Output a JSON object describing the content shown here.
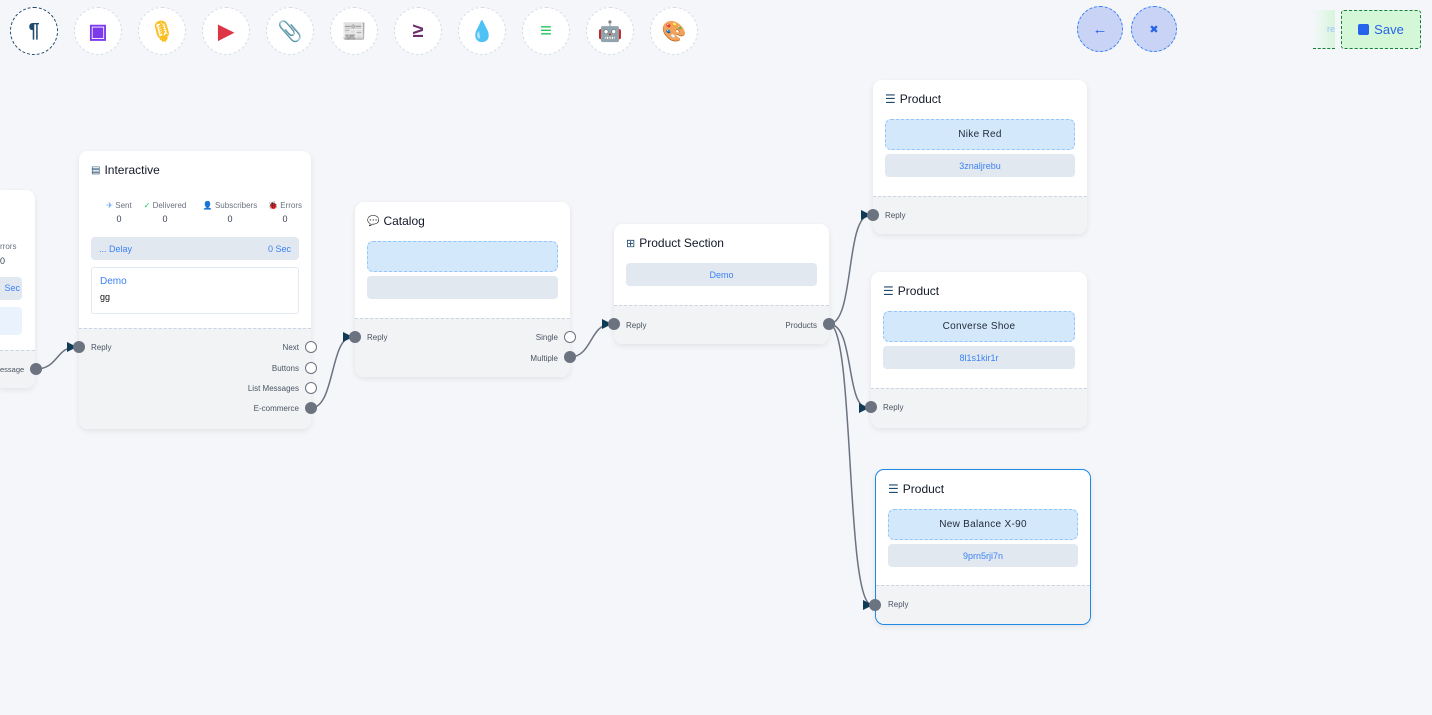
{
  "toolbar": {
    "items": [
      {
        "icon": "paragraph-icon",
        "glyph": "¶",
        "color": "#1e4a6d"
      },
      {
        "icon": "image-icon",
        "glyph": "▣",
        "color": "#7c3aed"
      },
      {
        "icon": "microphone-icon",
        "glyph": "🎙",
        "color": "#fbbf24"
      },
      {
        "icon": "youtube-icon",
        "glyph": "▶",
        "color": "#dc3545"
      },
      {
        "icon": "paperclip-icon",
        "glyph": "📎",
        "color": "#16a34a"
      },
      {
        "icon": "newspaper-icon",
        "glyph": "📰",
        "color": "#f87171"
      },
      {
        "icon": "greater-equal-icon",
        "glyph": "≥",
        "color": "#6b2f6b"
      },
      {
        "icon": "droplet-icon",
        "glyph": "💧",
        "color": "#be123c"
      },
      {
        "icon": "stack-icon",
        "glyph": "≡",
        "color": "#22c55e"
      },
      {
        "icon": "robot-icon",
        "glyph": "🤖",
        "color": "#1d1dd8"
      },
      {
        "icon": "palette-icon",
        "glyph": "🎨",
        "color": "#16a34a"
      }
    ]
  },
  "controls": {
    "back_icon": "←",
    "collapse_icon": "✖",
    "ghost_text": "re",
    "save_label": "Save"
  },
  "partial_node": {
    "errors_label": "rrors",
    "errors_value": "0",
    "delay_value": "Sec",
    "port_label": "essage"
  },
  "interactive": {
    "title": "Interactive",
    "stats": [
      {
        "label": "Sent",
        "value": "0",
        "icon": "✈",
        "color": "#60a5fa"
      },
      {
        "label": "Delivered",
        "value": "0",
        "icon": "✓",
        "color": "#22c55e"
      },
      {
        "label": "Subscribers",
        "value": "0",
        "icon": "👤",
        "color": "#3b82f6"
      },
      {
        "label": "Errors",
        "value": "0",
        "icon": "🐞",
        "color": "#ef4444"
      }
    ],
    "delay_label": "... Delay",
    "delay_value": "0 Sec",
    "message_title": "Demo",
    "message_body": "gg",
    "ports": {
      "reply": "Reply",
      "next": "Next",
      "buttons": "Buttons",
      "list": "List Messages",
      "ecommerce": "E-commerce"
    }
  },
  "catalog": {
    "title": "Catalog",
    "ports": {
      "reply": "Reply",
      "single": "Single",
      "multiple": "Multiple"
    }
  },
  "product_section": {
    "title": "Product Section",
    "name": "Demo",
    "ports": {
      "reply": "Reply",
      "products": "Products"
    }
  },
  "products": [
    {
      "title": "Product",
      "name": "Nike Red",
      "id": "3znaljrebu",
      "reply": "Reply"
    },
    {
      "title": "Product",
      "name": "Converse Shoe",
      "id": "8l1s1kir1r",
      "reply": "Reply"
    },
    {
      "title": "Product",
      "name": "New Balance X-90",
      "id": "9prn5rji7n",
      "reply": "Reply"
    }
  ]
}
